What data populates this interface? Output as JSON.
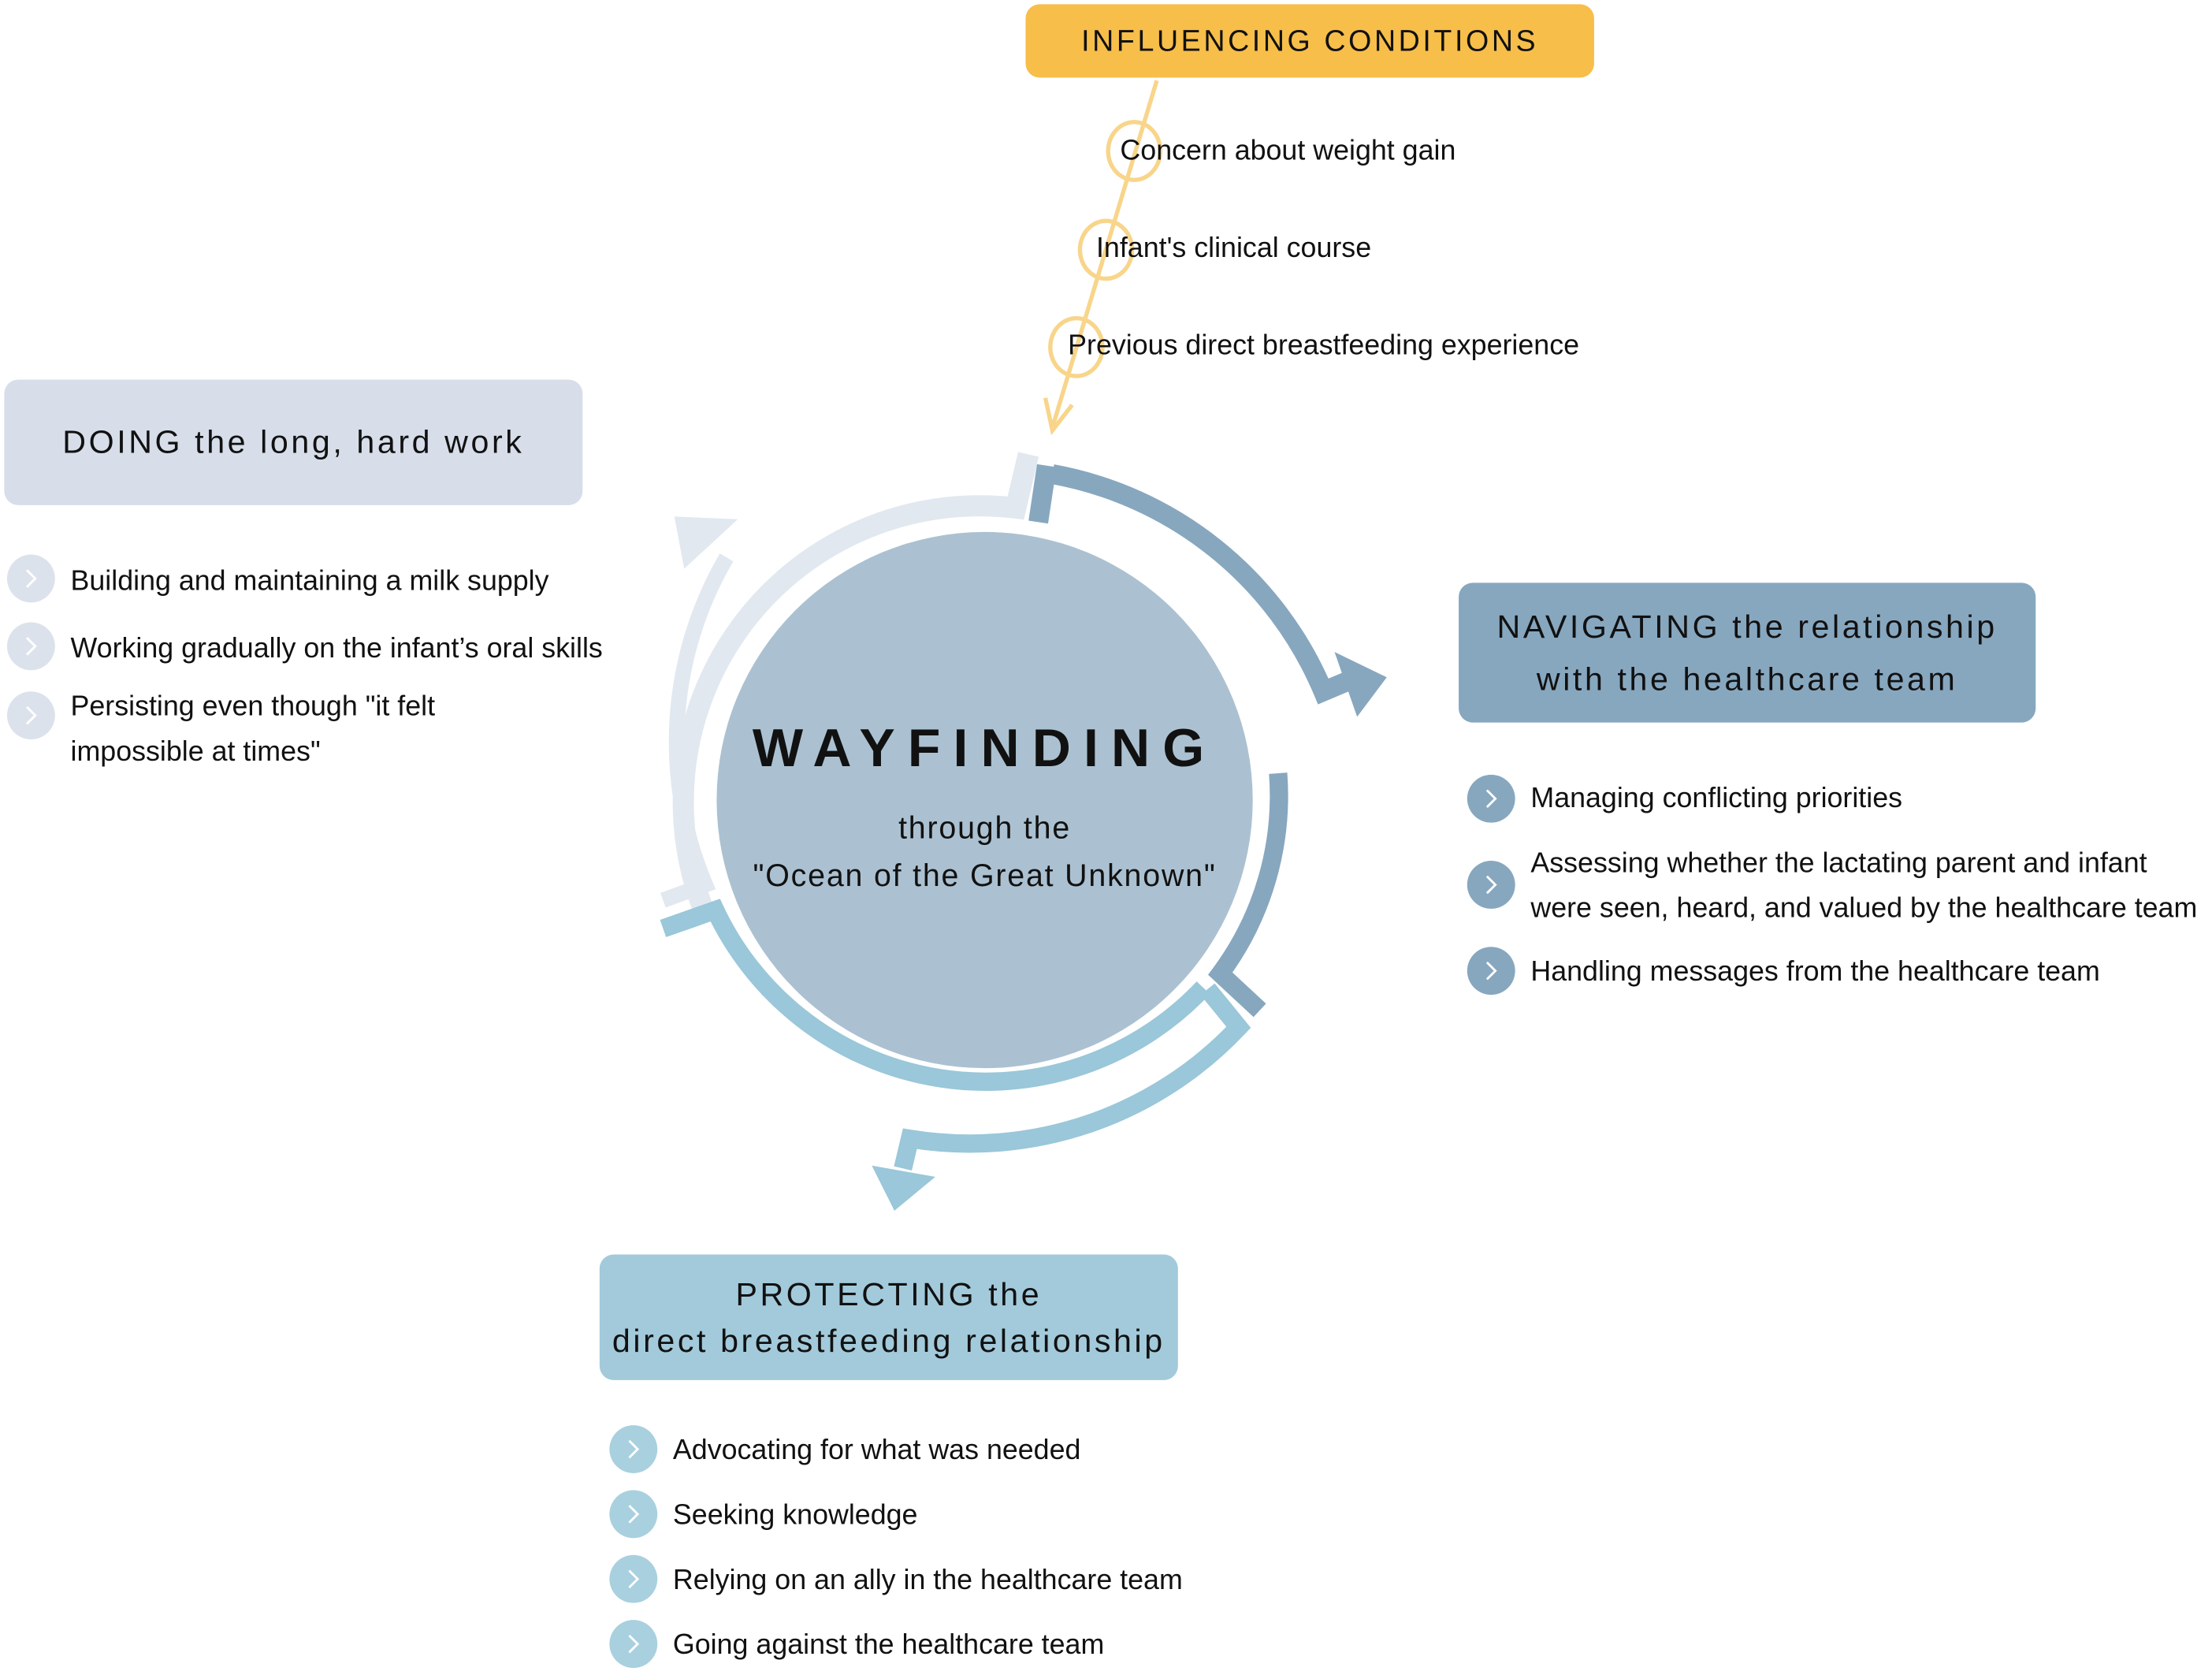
{
  "influencing": {
    "title": "INFLUENCING CONDITIONS",
    "items": [
      "Concern about weight gain",
      "Infant's clinical course",
      "Previous direct breastfeeding experience"
    ]
  },
  "center": {
    "title": "WAYFINDING",
    "line1": "through the",
    "line2": "\"Ocean of the Great Unknown\""
  },
  "doing": {
    "title": "DOING the long, hard work",
    "items": [
      "Building and maintaining a milk supply",
      "Working gradually on the infant’s oral skills",
      "Persisting even though \"it felt",
      "impossible at times\""
    ]
  },
  "navigating": {
    "title_line1": "NAVIGATING the relationship",
    "title_line2": "with the healthcare team",
    "items": [
      "Managing conflicting priorities",
      "Assessing whether the lactating parent and infant",
      "were seen, heard, and valued by the healthcare team",
      "Handling messages from the healthcare team"
    ]
  },
  "protecting": {
    "title_line1": "PROTECTING the",
    "title_line2": "direct breastfeeding relationship",
    "items": [
      "Advocating for what was needed",
      "Seeking knowledge",
      "Relying on an ally in the healthcare team",
      "Going against the healthcare team"
    ]
  },
  "colors": {
    "influencing": "#F7BE4A",
    "doing": "#D7DEEA",
    "navigating": "#87A7BF",
    "protecting": "#A2CADB",
    "center": "#ABC1D1"
  },
  "icons": {
    "bullet": "chevron-right-icon"
  }
}
